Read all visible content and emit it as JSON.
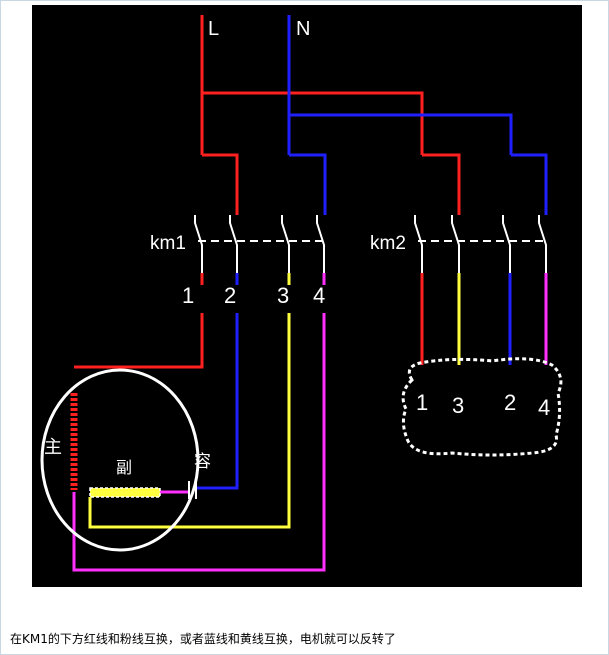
{
  "diagram": {
    "supply": {
      "line_label": "L",
      "neutral_label": "N"
    },
    "contactors": [
      {
        "name": "km1",
        "terminals": [
          "1",
          "2",
          "3",
          "4"
        ]
      },
      {
        "name": "km2"
      }
    ],
    "motor": {
      "main_winding_label": "主",
      "aux_winding_label": "副",
      "capacitor_label": "容",
      "terminals": [
        "1",
        "3",
        "2",
        "4"
      ]
    },
    "colors": {
      "background": "#000000",
      "red": "#ff2020",
      "blue": "#2020ff",
      "yellow": "#ffff40",
      "magenta": "#ff30ff",
      "white": "#ffffff"
    }
  },
  "caption": "在KM1的下方红线和粉线互换，或者蓝线和黄线互换，电机就可以反转了"
}
